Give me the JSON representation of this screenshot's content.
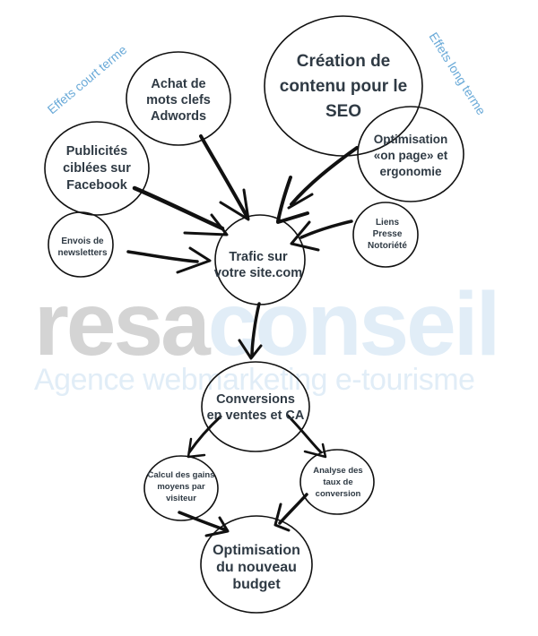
{
  "watermark": {
    "brand_part1": "resa",
    "brand_part2": "conseil",
    "tagline": "Agence webmarketing  e-tourisme"
  },
  "labels": {
    "short_term": "Effets court terme",
    "long_term": "Effets long terme"
  },
  "nodes": {
    "adwords": [
      "Achat de",
      "mots clefs",
      "Adwords"
    ],
    "facebook": [
      "Publicités",
      "ciblées sur",
      "Facebook"
    ],
    "newsletters": [
      "Envois de",
      "newsletters"
    ],
    "seo_content": [
      "Création de",
      "contenu pour le",
      "SEO"
    ],
    "onpage": [
      "Optimisation",
      "«on page» et",
      "ergonomie"
    ],
    "links": [
      "Liens",
      "Presse",
      "Notoriété"
    ],
    "traffic": [
      "Trafic sur",
      "votre site.com"
    ],
    "conversions": [
      "Conversions",
      "en ventes et CA"
    ],
    "gains": [
      "Calcul des gains",
      "moyens par",
      "visiteur"
    ],
    "analysis": [
      "Analyse des",
      "taux de",
      "conversion"
    ],
    "budget": [
      "Optimisation",
      "du nouveau",
      "budget"
    ]
  },
  "colors": {
    "text": "#2f3a44",
    "stroke": "#111111",
    "label_blue": "#6aaad8",
    "watermark_gray": "#d4d4d4",
    "watermark_blue": "#e1edf7"
  }
}
